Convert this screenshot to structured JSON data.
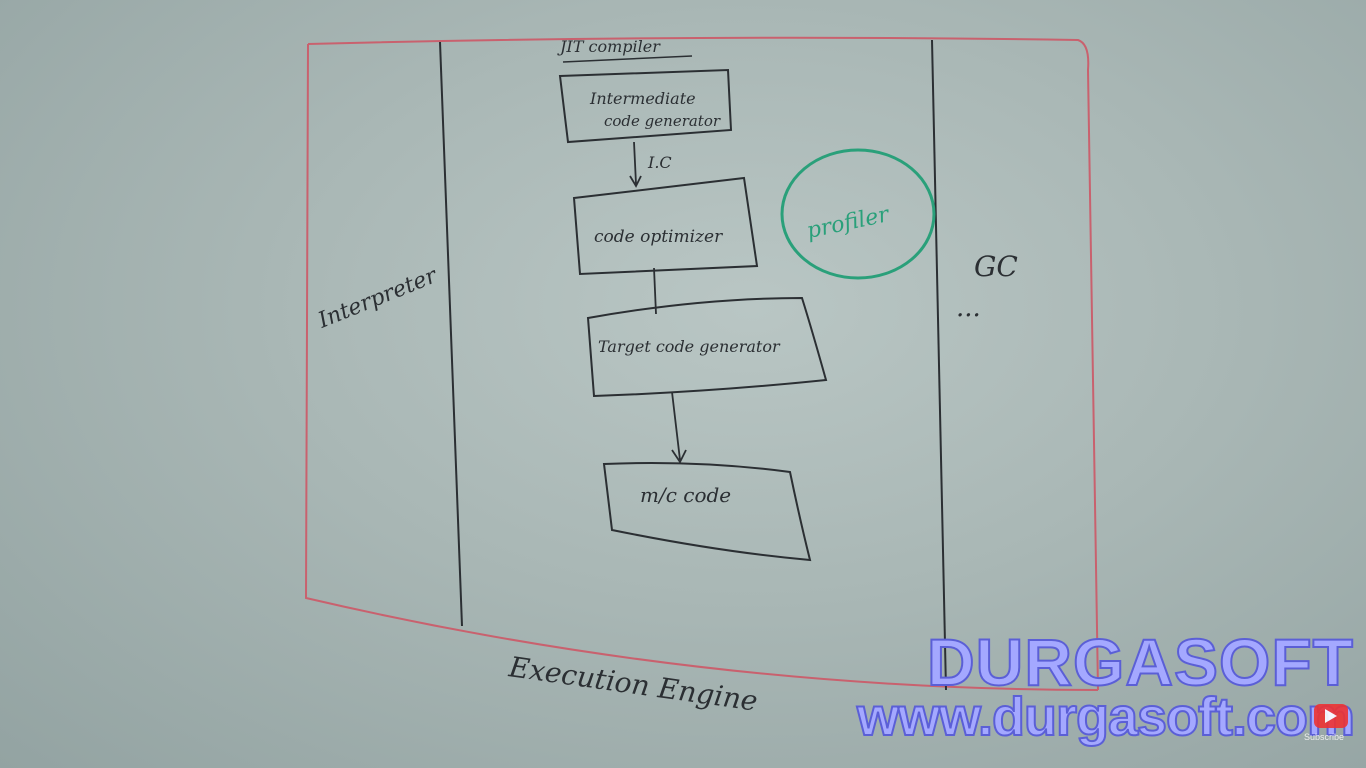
{
  "whiteboard": {
    "jit_label": "JIT compiler",
    "box_intermediate_line1": "Intermediate",
    "box_intermediate_line2": "code generator",
    "arrow_label": "I.C",
    "box_optimizer": "code optimizer",
    "box_target": "Target code generator",
    "box_mc": "m/c code",
    "profiler": "profiler",
    "interpreter": "Interpreter",
    "gc": "GC",
    "ellipsis": "...",
    "execution_engine": "Execution Engine"
  },
  "watermark": {
    "title": "DURGASOFT",
    "url": "www.durgasoft.com",
    "subscribe_label": "Subscribe"
  },
  "colors": {
    "board": "#a9b7b5",
    "marker_black": "#2b2f33",
    "marker_red": "#c9616e",
    "marker_green": "#2aa07a",
    "brand_fill": "#a4a8ff",
    "brand_stroke": "#5b5fd6"
  }
}
